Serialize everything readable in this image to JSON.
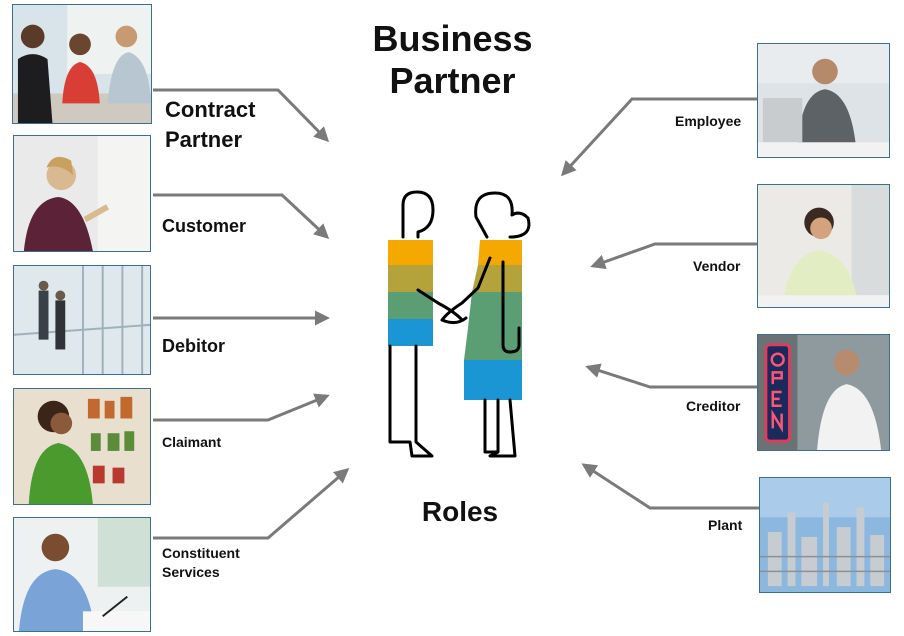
{
  "title": {
    "line1": "Business",
    "line2": "Partner"
  },
  "center_label": "Roles",
  "colors": {
    "arrow": "#7a7a7a",
    "figure_orange": "#f5a800",
    "figure_olive": "#b3a33a",
    "figure_green": "#5c9e73",
    "figure_blue": "#1a96d4",
    "photo_border": "#3c6f8a"
  },
  "left_roles": [
    {
      "id": "contract-partner",
      "lines": [
        "Contract",
        "Partner"
      ],
      "icon": "business-meeting-photo"
    },
    {
      "id": "customer",
      "lines": [
        "Customer"
      ],
      "icon": "woman-talking-photo"
    },
    {
      "id": "debitor",
      "lines": [
        "Debitor"
      ],
      "icon": "office-hallway-photo"
    },
    {
      "id": "claimant",
      "lines": [
        "Claimant"
      ],
      "icon": "shopper-photo"
    },
    {
      "id": "constituent-services",
      "lines": [
        "Constituent",
        "Services"
      ],
      "icon": "man-writing-photo"
    }
  ],
  "right_roles": [
    {
      "id": "employee",
      "lines": [
        "Employee"
      ],
      "icon": "man-at-laptop-photo"
    },
    {
      "id": "vendor",
      "lines": [
        "Vendor"
      ],
      "icon": "woman-at-desk-photo"
    },
    {
      "id": "creditor",
      "lines": [
        "Creditor"
      ],
      "icon": "shop-owner-open-sign-photo"
    },
    {
      "id": "plant",
      "lines": [
        "Plant"
      ],
      "icon": "industrial-plant-photo"
    }
  ]
}
